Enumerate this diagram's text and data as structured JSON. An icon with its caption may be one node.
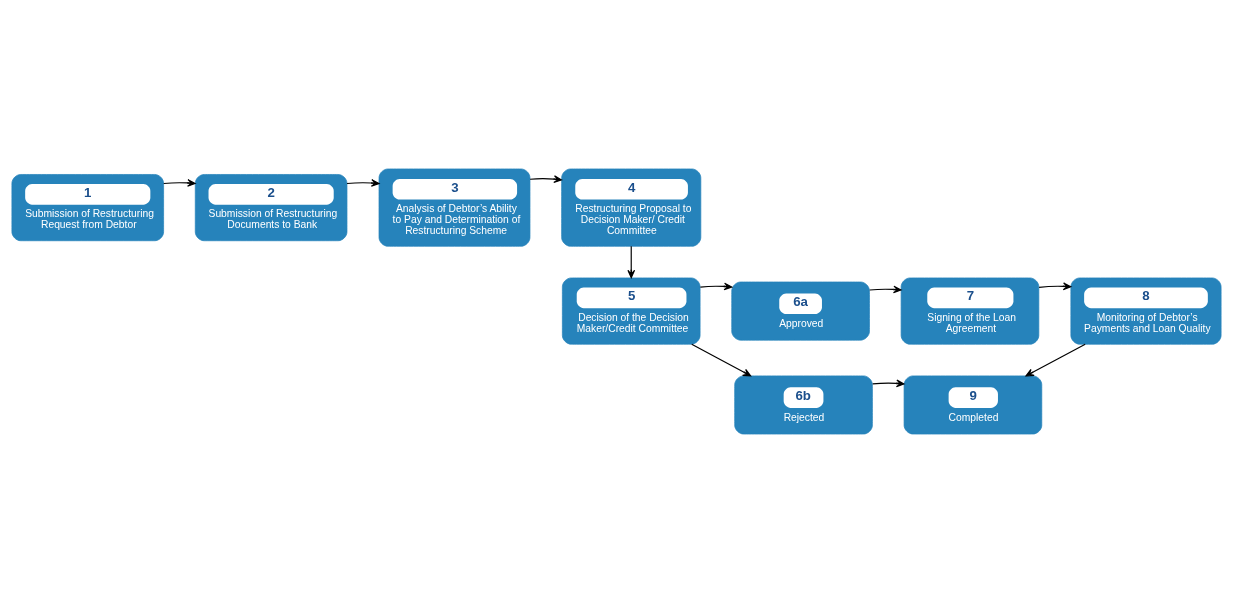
{
  "diagram": {
    "nodes": [
      {
        "text": [
          "1",
          "Submission of Restructuring Request from Debtor"
        ]
      },
      {
        "text": [
          "2",
          "Submission of Restructuring Documents to Bank"
        ]
      },
      {
        "text": [
          "3",
          "Analysis of Debtor’s Ability to Pay and Determination of Restructuring Scheme"
        ]
      },
      {
        "text": [
          "4",
          "Restructuring Proposal to Decision Maker/ Credit Committee"
        ]
      },
      {
        "text": [
          "5",
          "Decision of the Decision Maker/Credit Committee"
        ]
      },
      {
        "text": [
          "6a",
          "Approved"
        ]
      },
      {
        "text": [
          "6b",
          "Rejected"
        ]
      },
      {
        "text": [
          "7",
          "Signing of the Loan Agreement"
        ]
      },
      {
        "text": [
          "8",
          "Monitoring of Debtor’s Payments and Loan Quality"
        ]
      },
      {
        "text": [
          "9",
          "Completed"
        ]
      }
    ],
    "edges": [
      {
        "from": 0,
        "to": 1,
        "arrow": "to"
      },
      {
        "from": 1,
        "to": 2,
        "arrow": "to"
      },
      {
        "from": 2,
        "to": 3,
        "arrow": "to"
      },
      {
        "from": 3,
        "to": 4,
        "arrow": "to"
      },
      {
        "from": 4,
        "to": 5,
        "arrow": "to"
      },
      {
        "from": 4,
        "to": 6,
        "arrow": "to"
      },
      {
        "from": 5,
        "to": 7,
        "arrow": "to"
      },
      {
        "from": 7,
        "to": 8,
        "arrow": "to"
      },
      {
        "from": 8,
        "to": 9,
        "arrow": "to"
      },
      {
        "from": 6,
        "to": 9,
        "arrow": "to"
      }
    ]
  }
}
